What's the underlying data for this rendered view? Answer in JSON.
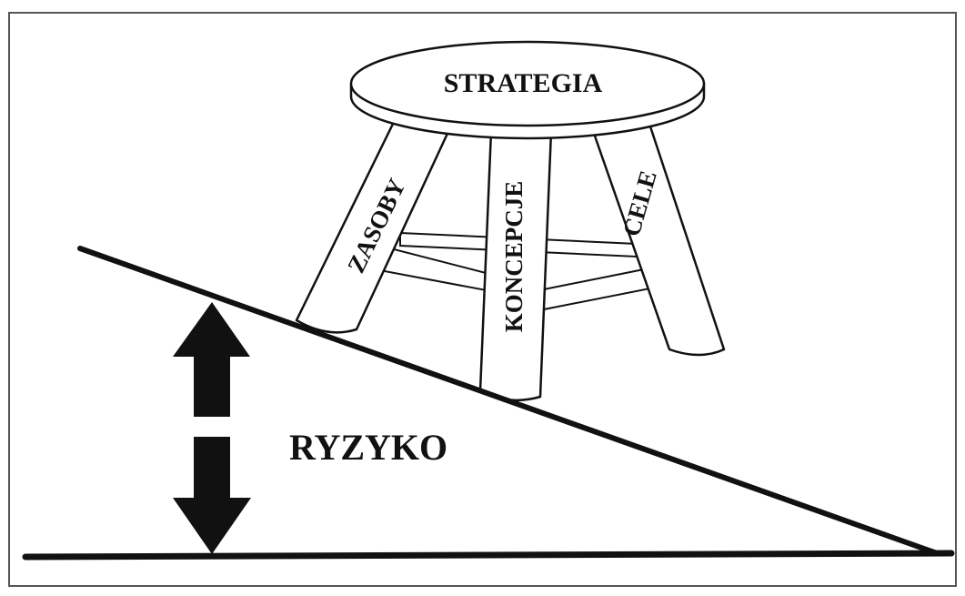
{
  "diagram": {
    "seat_label": "STRATEGIA",
    "legs": [
      {
        "label": "ZASOBY"
      },
      {
        "label": "KONCEPCJE"
      },
      {
        "label": "CELE"
      }
    ],
    "risk_label": "RYZYKO",
    "colors": {
      "ink": "#111111",
      "paper": "#ffffff",
      "frame": "#555555"
    }
  }
}
